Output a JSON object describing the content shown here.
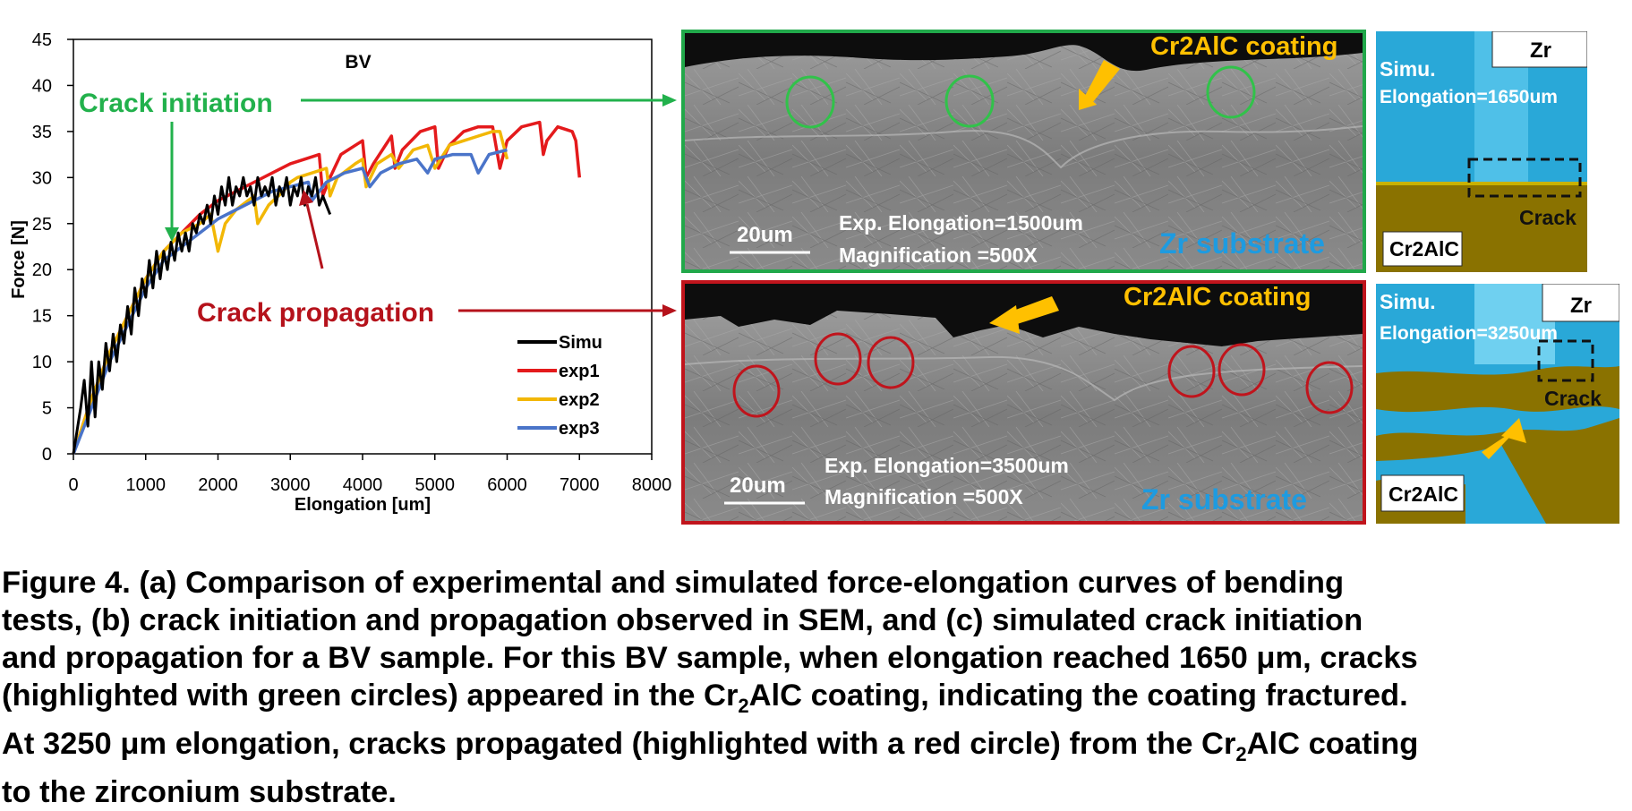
{
  "chart_data": {
    "type": "line",
    "title": "BV",
    "xlabel": "Elongation [um]",
    "ylabel": "Force [N]",
    "xlim": [
      0,
      8000
    ],
    "ylim": [
      0,
      45
    ],
    "xticks": [
      0,
      1000,
      2000,
      3000,
      4000,
      5000,
      6000,
      7000,
      8000
    ],
    "yticks": [
      0,
      5,
      10,
      15,
      20,
      25,
      30,
      35,
      40,
      45
    ],
    "grid": false,
    "legend_position": "bottom-right",
    "series": [
      {
        "name": "Simu",
        "color": "#000000",
        "x": [
          0,
          100,
          150,
          200,
          250,
          300,
          350,
          400,
          450,
          500,
          550,
          600,
          650,
          700,
          750,
          800,
          850,
          900,
          950,
          1000,
          1050,
          1100,
          1150,
          1200,
          1250,
          1300,
          1350,
          1400,
          1450,
          1500,
          1550,
          1600,
          1650,
          1700,
          1750,
          1800,
          1850,
          1900,
          1950,
          2000,
          2050,
          2100,
          2150,
          2200,
          2250,
          2300,
          2350,
          2400,
          2450,
          2500,
          2550,
          2600,
          2650,
          2700,
          2750,
          2800,
          2850,
          2900,
          2950,
          3000,
          3050,
          3100,
          3150,
          3200,
          3250,
          3300,
          3350,
          3400,
          3450,
          3500,
          3550
        ],
        "y": [
          0,
          5,
          8,
          3,
          10,
          4,
          10,
          7,
          12,
          9,
          13,
          10,
          14,
          12,
          16,
          13,
          18,
          15,
          19,
          17,
          21,
          18,
          22,
          19,
          22,
          20,
          23,
          21,
          24,
          22,
          24,
          22,
          25,
          24,
          26,
          25,
          27,
          25,
          28,
          26,
          29,
          27,
          30,
          27,
          29,
          28,
          30,
          28,
          29,
          27,
          30,
          28,
          29,
          28,
          30,
          27,
          29,
          28,
          30,
          27,
          29,
          28,
          30,
          27,
          29,
          28,
          30,
          27,
          28,
          27,
          26
        ]
      },
      {
        "name": "exp1",
        "color": "#e41a1c",
        "x": [
          0,
          250,
          500,
          750,
          1000,
          1250,
          1500,
          1750,
          2000,
          2250,
          2500,
          2750,
          3000,
          3200,
          3400,
          3450,
          3550,
          3700,
          3900,
          4000,
          4050,
          4150,
          4400,
          4450,
          4550,
          4800,
          5000,
          5050,
          5200,
          5400,
          5600,
          5800,
          5900,
          6000,
          6200,
          6450,
          6500,
          6550,
          6700,
          6900,
          6950,
          7000
        ],
        "y": [
          0,
          6,
          11,
          15,
          19,
          22,
          24,
          26,
          27.5,
          28.5,
          29.5,
          30.5,
          31.5,
          32,
          32.5,
          28,
          30,
          32.5,
          33.5,
          34,
          30,
          31.5,
          34.5,
          31,
          33,
          35,
          35.5,
          31,
          33.5,
          35,
          35.5,
          35.5,
          31,
          34,
          35.5,
          36,
          32.5,
          34,
          35.5,
          35,
          34,
          30
        ]
      },
      {
        "name": "exp2",
        "color": "#f2b705",
        "x": [
          0,
          250,
          500,
          750,
          1000,
          1250,
          1500,
          1750,
          1900,
          2000,
          2100,
          2250,
          2500,
          2550,
          2700,
          2900,
          3000,
          3100,
          3300,
          3500,
          3550,
          3650,
          3900,
          4000,
          4050,
          4200,
          4400,
          4500,
          4700,
          4900,
          5000,
          5200,
          5400,
          5600,
          5800,
          5900,
          6000
        ],
        "y": [
          0,
          6,
          11,
          15,
          19,
          22,
          24,
          25,
          26,
          22,
          25,
          26.5,
          28,
          25,
          27,
          28.5,
          29.5,
          30,
          30.5,
          31,
          28,
          30,
          31.5,
          32,
          29,
          31.5,
          32.5,
          31,
          33,
          33.5,
          31,
          33.5,
          34,
          34.5,
          35,
          35,
          32
        ]
      },
      {
        "name": "exp3",
        "color": "#4a74c9",
        "x": [
          0,
          250,
          500,
          750,
          1000,
          1250,
          1500,
          1750,
          2000,
          2250,
          2500,
          2750,
          3000,
          3250,
          3300,
          3500,
          3750,
          4000,
          4100,
          4250,
          4500,
          4750,
          4900,
          5000,
          5250,
          5500,
          5600,
          5750,
          6000
        ],
        "y": [
          0,
          5,
          10,
          14,
          18,
          21,
          22.5,
          24,
          25.5,
          26.5,
          27.5,
          28.5,
          29,
          29.5,
          27.5,
          29.5,
          30.5,
          31,
          29,
          30.5,
          31.5,
          32,
          30.5,
          32,
          32.5,
          32.5,
          30.5,
          32.5,
          33
        ]
      }
    ],
    "annotations": [
      "Crack initiation",
      "Crack propagation"
    ]
  },
  "sem_top": {
    "coating_label": "Cr2AlC coating",
    "scale_label": "20um",
    "elongation_label": "Exp. Elongation=1500um",
    "magnification_label": "Magnification =500X",
    "substrate_label": "Zr substrate"
  },
  "sem_bottom": {
    "coating_label": "Cr2AlC coating",
    "scale_label": "20um",
    "elongation_label": "Exp. Elongation=3500um",
    "magnification_label": "Magnification =500X",
    "substrate_label": "Zr substrate"
  },
  "sim_top": {
    "zr_label": "Zr",
    "simu_label": "Simu.",
    "elongation_label": "Elongation=1650um",
    "crack_label": "Crack",
    "cr2alc_label": "Cr2AlC"
  },
  "sim_bottom": {
    "zr_label": "Zr",
    "simu_label": "Simu.",
    "elongation_label": "Elongation=3250um",
    "crack_label": "Crack",
    "cr2alc_label": "Cr2AlC"
  },
  "colors": {
    "green_frame": "#21a84a",
    "red_frame": "#c0141c",
    "annotation_green": "#22b14c",
    "annotation_red": "#b5121b",
    "coating_label": "#ffc000",
    "substrate_label": "#1e9be0",
    "sim_blue": "#29a8d8",
    "sim_olive": "#8a7200"
  },
  "caption": {
    "line1": "Figure 4. (a) Comparison of experimental and simulated force-elongation curves of bending",
    "line2": "tests, (b) crack initiation and propagation observed in SEM, and (c) simulated crack initiation",
    "line3": "and propagation for a BV sample. For this BV sample, when elongation reached 1650 μm, cracks",
    "line4_pre": "(highlighted with green circles) appeared in the Cr",
    "line4_sub": "2",
    "line4_post": "AlC coating, indicating the coating fractured.",
    "line5_pre": "At 3250 μm elongation, cracks propagated (highlighted with a red circle) from the Cr",
    "line5_sub": "2",
    "line5_post": "AlC coating",
    "line6": "to the zirconium substrate."
  }
}
